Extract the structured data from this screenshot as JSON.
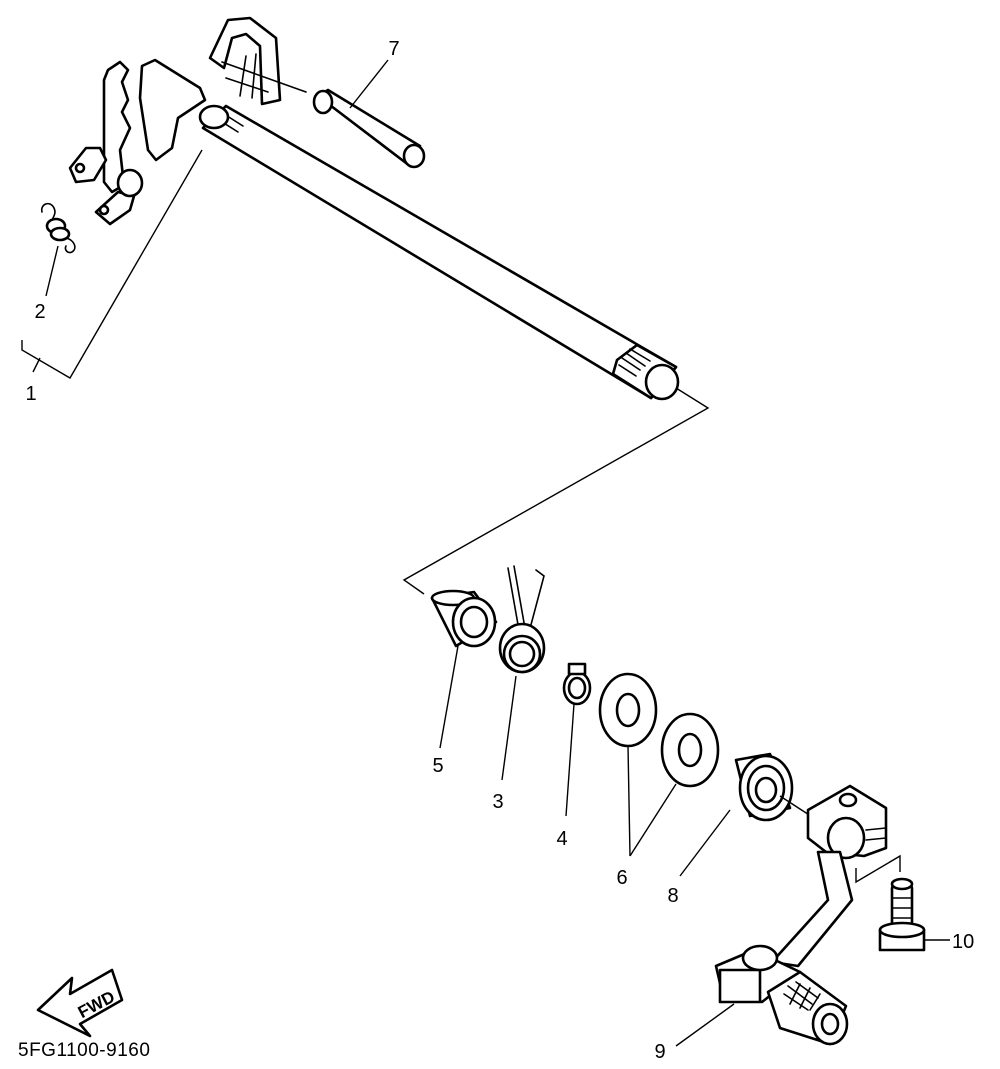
{
  "callouts": {
    "c1": "1",
    "c2": "2",
    "c3": "3",
    "c4": "4",
    "c5": "5",
    "c6": "6",
    "c7": "7",
    "c8": "8",
    "c9": "9",
    "c10": "10"
  },
  "fwd_label": "FWD",
  "diagram_code": "5FG1100-9160"
}
